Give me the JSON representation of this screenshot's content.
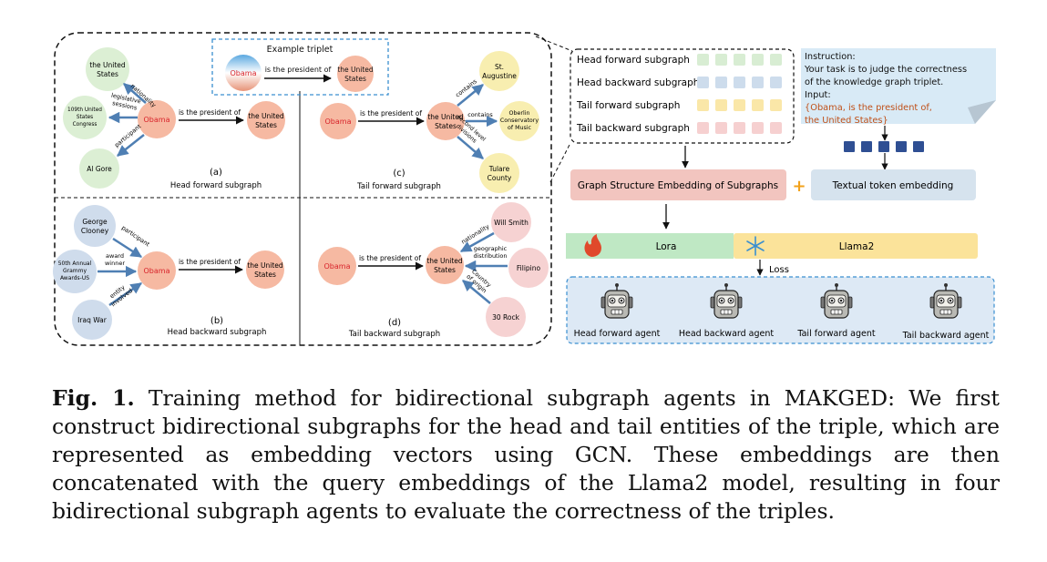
{
  "panels": {
    "example_title": "Example triplet",
    "a": {
      "letter": "(a)",
      "title": "Head forward subgraph"
    },
    "b": {
      "letter": "(b)",
      "title": "Head backward subgraph"
    },
    "c": {
      "letter": "(c)",
      "title": "Tail forward subgraph"
    },
    "d": {
      "letter": "(d)",
      "title": "Tail backward subgraph"
    }
  },
  "nodes": {
    "obama": "Obama",
    "us": [
      "the United",
      "States"
    ],
    "congress": [
      "109th United",
      "States",
      "Congress"
    ],
    "al_gore": "Al Gore",
    "clooney": [
      "George",
      "Clooney"
    ],
    "grammy": [
      "50th Annual",
      "Grammy",
      "Awards-US"
    ],
    "iraq": "Iraq War",
    "st_aug": [
      "St.",
      "Augustine"
    ],
    "oberlin": [
      "Oberlin",
      "Conservatory",
      "of Music"
    ],
    "tulare": [
      "Tulare",
      "County"
    ],
    "will_smith": "Will Smith",
    "filipino": "Filipino",
    "rock": "30 Rock"
  },
  "edges": {
    "president": "is the president of",
    "nationality": "nationality",
    "legislative": [
      "legislative",
      "sessions"
    ],
    "participant": "participant",
    "award": [
      "award",
      "winner"
    ],
    "entity_involved": [
      "entity",
      "involved"
    ],
    "contains": "contains",
    "second_level": [
      "second level",
      "divisions"
    ],
    "geographic": [
      "geographic",
      "distribution"
    ],
    "country": [
      "Country",
      "of origin"
    ]
  },
  "subgraph_list": [
    "Head forward subgraph",
    "Head backward subgraph",
    "Tail forward subgraph",
    "Tail backward subgraph"
  ],
  "instruction": {
    "lines": [
      "Instruction:",
      "Your task is to judge the correctness",
      "of the knowledge graph triplet.",
      "Input:"
    ],
    "input_lines": [
      "{Obama, is the president of,",
      "the United States}"
    ]
  },
  "boxes": {
    "graph_embed": "Graph Structure Embedding of Subgraphs",
    "text_embed": "Textual token embedding",
    "lora": "Lora",
    "llama": "Llama2",
    "loss": "Loss"
  },
  "agents": [
    "Head forward agent",
    "Head backward agent",
    "Tail forward agent",
    "Tail backward agent"
  ],
  "caption": {
    "label": "Fig. 1.",
    "text": "Training method for bidirectional subgraph agents in MAKGED: We first construct bidirectional subgraphs for the head and tail entities of the triple, which are represented as embedding vectors using GCN. These embeddings are then concatenated with the query embeddings of the Llama2 model, resulting in four bidirectional subgraph agents to evaluate the correctness of the triples."
  },
  "colors": {
    "obama": "#f6b9a2",
    "green_node": "#dcefd4",
    "blue_node": "#cfdcec",
    "yellow_node": "#f8eeb0",
    "pink_node": "#f6d2d2",
    "obama_text": "#d8232a",
    "graph_embed": "#f2c5bf",
    "text_embed": "#d6e3ee",
    "lora": "#bfe8c4",
    "llama": "#fbe39a",
    "agents_bg": "#dde9f5",
    "instr_bg": "#d8eaf6",
    "input_text": "#c0511a"
  }
}
